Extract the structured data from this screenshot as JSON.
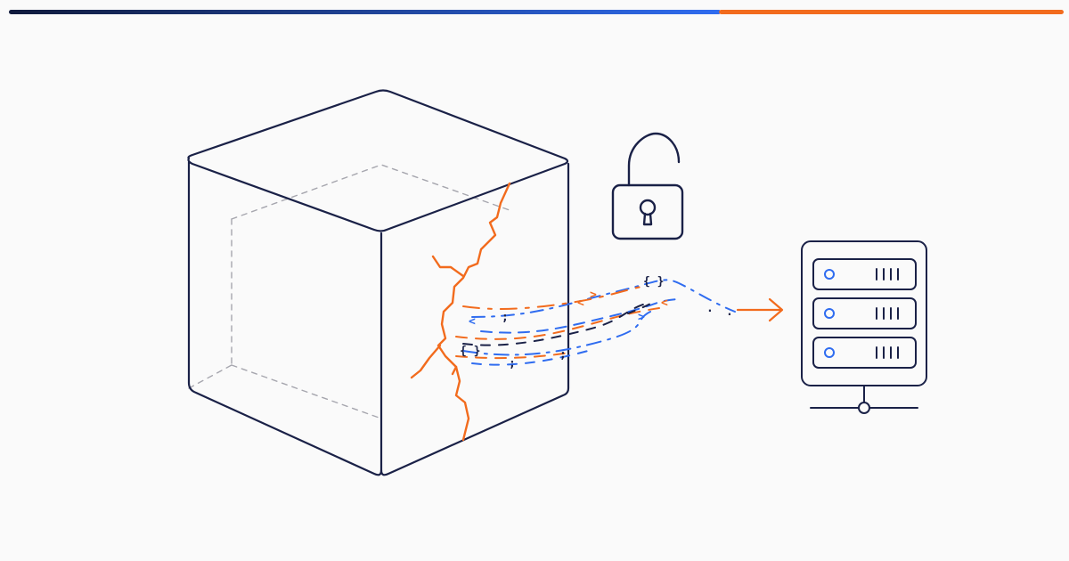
{
  "colors": {
    "background": "#fafafa",
    "ink": "#1a2147",
    "blue": "#2f6cf0",
    "orange": "#f26b1d",
    "ghost": "#a6a6ae",
    "bar_dark": "#101a3c",
    "bar_blue": "#2f6cf0",
    "bar_orange": "#f26b1d"
  },
  "header_bar": {
    "segments": [
      "dark-to-blue",
      "orange"
    ],
    "split_fraction": 0.675
  },
  "elements": {
    "cube": {
      "name": "container-cube",
      "cracked": true
    },
    "lock": {
      "name": "open-padlock-icon",
      "state": "unlocked"
    },
    "server": {
      "name": "server-rack-icon",
      "units": 3
    }
  },
  "glyphs": {
    "braces": "{ }",
    "semicolon": ";",
    "lt": "<",
    "gt": ">",
    "dot": "."
  }
}
